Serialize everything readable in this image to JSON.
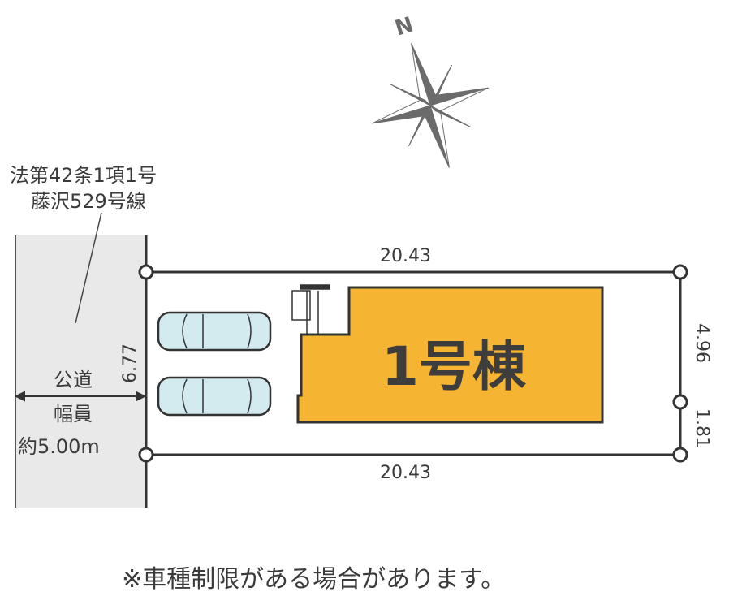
{
  "road": {
    "law_line1": "法第42条1項1号",
    "law_line2": "藤沢529号線",
    "type": "公道",
    "width_label": "幅員",
    "width_value": "約5.00m"
  },
  "dimensions": {
    "top": "20.43",
    "bottom": "20.43",
    "left": "6.77",
    "right_upper": "4.96",
    "right_lower": "1.81"
  },
  "building": {
    "label": "1号棟",
    "color": "#f5b431"
  },
  "compass": {
    "label": "N"
  },
  "note": "※車種制限がある場合があります。"
}
